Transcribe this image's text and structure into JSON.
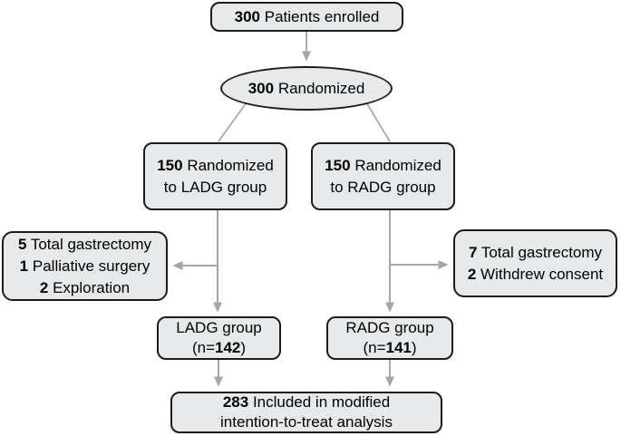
{
  "colors": {
    "box_fill": "#e7e9ea",
    "box_border": "#1c1c1c",
    "connector": "#a6a6a6",
    "text": "#000000",
    "bg": "#ffffff"
  },
  "flow": {
    "enrolled": {
      "count": "300",
      "label": "Patients enrolled"
    },
    "randomized": {
      "count": "300",
      "label": "Randomized"
    },
    "ladg_randomized": {
      "count": "150",
      "label_line1": "Randomized",
      "label_line2": "to LADG group"
    },
    "radg_randomized": {
      "count": "150",
      "label_line1": "Randomized",
      "label_line2": "to RADG group"
    },
    "ladg_exclusions": {
      "items": [
        {
          "count": "5",
          "label": "Total gastrectomy"
        },
        {
          "count": "1",
          "label": "Palliative surgery"
        },
        {
          "count": "2",
          "label": "Exploration"
        }
      ]
    },
    "radg_exclusions": {
      "items": [
        {
          "count": "7",
          "label": "Total gastrectomy"
        },
        {
          "count": "2",
          "label": "Withdrew consent"
        }
      ]
    },
    "ladg_group": {
      "title": "LADG group",
      "n_prefix": "(n=",
      "n": "142",
      "n_suffix": ")"
    },
    "radg_group": {
      "title": "RADG group",
      "n_prefix": "(n=",
      "n": "141",
      "n_suffix": ")"
    },
    "itt": {
      "count": "283",
      "label_line1": "Included in modified",
      "label_line2": "intention-to-treat analysis"
    }
  }
}
